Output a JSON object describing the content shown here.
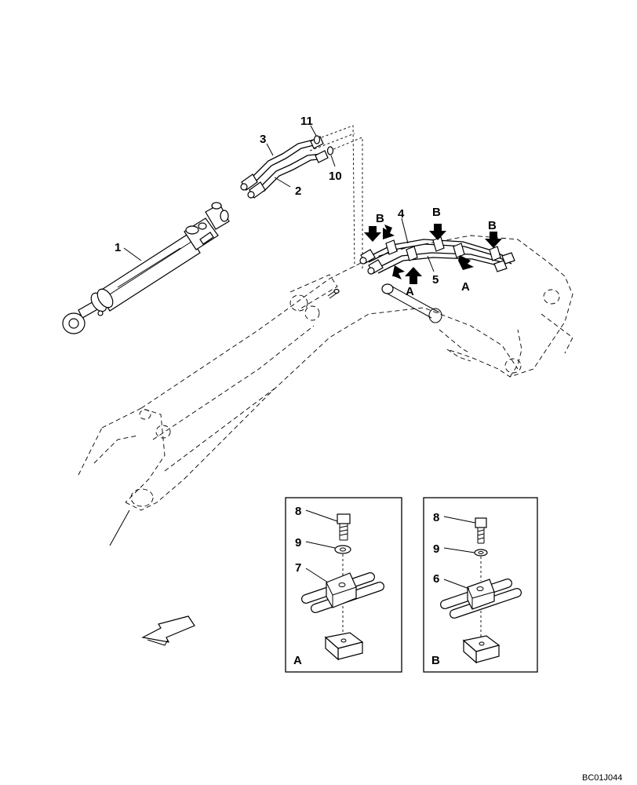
{
  "callouts": {
    "c1": "1",
    "c2": "2",
    "c3": "3",
    "c4": "4",
    "c5": "5",
    "c10": "10",
    "c11": "11"
  },
  "view_markers": {
    "b1": "B",
    "b2": "B",
    "b3": "B",
    "a1": "A",
    "a2": "A"
  },
  "detail_a": {
    "title": "A",
    "c8": "8",
    "c9": "9",
    "c7": "7"
  },
  "detail_b": {
    "title": "B",
    "c8": "8",
    "c9": "9",
    "c6": "6"
  },
  "drawing_code": "BC01J044"
}
